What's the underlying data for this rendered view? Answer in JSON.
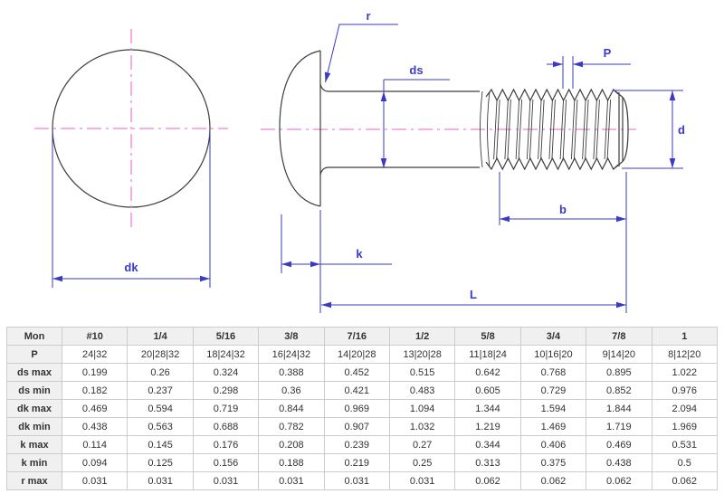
{
  "drawing": {
    "labels": {
      "r": "r",
      "ds": "ds",
      "P": "P",
      "d": "d",
      "dk": "dk",
      "k": "k",
      "b": "b",
      "L": "L"
    },
    "colors": {
      "outline": "#3d3d3d",
      "dimension_blue": "#3a3ac4",
      "centerline_magenta": "#ee82d6"
    }
  },
  "table": {
    "columns": [
      "Mon",
      "#10",
      "1/4",
      "5/16",
      "3/8",
      "7/16",
      "1/2",
      "5/8",
      "3/4",
      "7/8",
      "1"
    ],
    "rows": [
      {
        "label": "P",
        "values": [
          "24|32",
          "20|28|32",
          "18|24|32",
          "16|24|32",
          "14|20|28",
          "13|20|28",
          "11|18|24",
          "10|16|20",
          "9|14|20",
          "8|12|20"
        ]
      },
      {
        "label": "ds max",
        "values": [
          "0.199",
          "0.26",
          "0.324",
          "0.388",
          "0.452",
          "0.515",
          "0.642",
          "0.768",
          "0.895",
          "1.022"
        ]
      },
      {
        "label": "ds min",
        "values": [
          "0.182",
          "0.237",
          "0.298",
          "0.36",
          "0.421",
          "0.483",
          "0.605",
          "0.729",
          "0.852",
          "0.976"
        ]
      },
      {
        "label": "dk max",
        "values": [
          "0.469",
          "0.594",
          "0.719",
          "0.844",
          "0.969",
          "1.094",
          "1.344",
          "1.594",
          "1.844",
          "2.094"
        ]
      },
      {
        "label": "dk min",
        "values": [
          "0.438",
          "0.563",
          "0.688",
          "0.782",
          "0.907",
          "1.032",
          "1.219",
          "1.469",
          "1.719",
          "1.969"
        ]
      },
      {
        "label": "k max",
        "values": [
          "0.114",
          "0.145",
          "0.176",
          "0.208",
          "0.239",
          "0.27",
          "0.344",
          "0.406",
          "0.469",
          "0.531"
        ]
      },
      {
        "label": "k min",
        "values": [
          "0.094",
          "0.125",
          "0.156",
          "0.188",
          "0.219",
          "0.25",
          "0.313",
          "0.375",
          "0.438",
          "0.5"
        ]
      },
      {
        "label": "r max",
        "values": [
          "0.031",
          "0.031",
          "0.031",
          "0.031",
          "0.031",
          "0.031",
          "0.062",
          "0.062",
          "0.062",
          "0.062"
        ]
      }
    ]
  }
}
